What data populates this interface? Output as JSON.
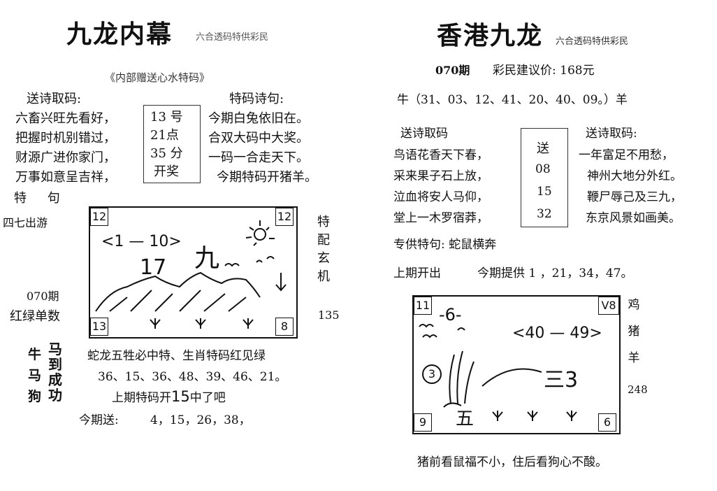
{
  "left": {
    "title": "九龙内幕",
    "subtitle": "六合透码特供彩民",
    "inner_title": "《内部赠送心水特码》",
    "poem_label": "送诗取码:",
    "special_poem_label": "特码诗句:",
    "poem_lines": [
      "六畜兴旺先看好，",
      "把握时机别错过，",
      "财源广进你家门，",
      "万事如意呈吉祥，"
    ],
    "center_box": [
      "13 号",
      "21点",
      "35 分",
      "开奖"
    ],
    "special_lines": [
      "今期白兔依旧在。",
      "合双大码中大奖。",
      "一码一合走天下。",
      "今期特码开猪羊。"
    ],
    "special_phrase_label": "特 句",
    "left_phrase": "四七出游",
    "right_vertical": "特配玄机",
    "right_number": "135",
    "issue": "070期",
    "issue_note": "红绿单数",
    "corners": {
      "tl": "12",
      "tr": "12",
      "bl": "13",
      "br": "8"
    },
    "picture_label": "<1 — 10>",
    "picture_glyph": "九",
    "picture_number": "17",
    "zodiac_col1": [
      "牛",
      "马",
      "狗"
    ],
    "zodiac_col2": "马到成功",
    "line1": "蛇龙五牲必中特、生肖特码红见绿",
    "line2": "36、15、36、48、39、46、21。",
    "line3_prefix": "上期特码开",
    "line3_num": "15",
    "line3_suffix": "中了吧",
    "line4_label": "今期送:",
    "line4_values": "4，15，26，38，"
  },
  "right": {
    "title": "香港九龙",
    "subtitle": "六合透码特供彩民",
    "issue": "070期",
    "price": "彩民建议价: 168元",
    "numbers_line": "牛（31、03、12、41、20、40、09。）羊",
    "poem_label_left": "送诗取码",
    "poem_label_right": "送诗取码:",
    "poem_left": [
      "鸟语花香天下春，",
      "采来果子石上放，",
      "泣血将安人马仰，",
      "堂上一木罗宿莽，"
    ],
    "center_box": [
      "送",
      "08",
      "15",
      "32"
    ],
    "poem_right": [
      "一年富足不用愁，",
      "神州大地分外红。",
      "鞭尸辱己及三九，",
      "东京风景如画美。"
    ],
    "special_phrase": "专供特句: 蛇鼠横奔",
    "last_issue": "上期开出",
    "provide": "今期提供 1 ，21，34，47。",
    "corners": {
      "tl": "11",
      "tr": "V8",
      "bl": "9",
      "br": "6"
    },
    "picture_label": "<40 — 49>",
    "picture_glyph": "-6-",
    "picture_three": "三3",
    "picture_five": "五",
    "picture_circle": "3",
    "side_vertical": "鸡猪羊",
    "side_number": "248",
    "footer": "猪前看鼠福不小，住后看狗心不酸。"
  }
}
